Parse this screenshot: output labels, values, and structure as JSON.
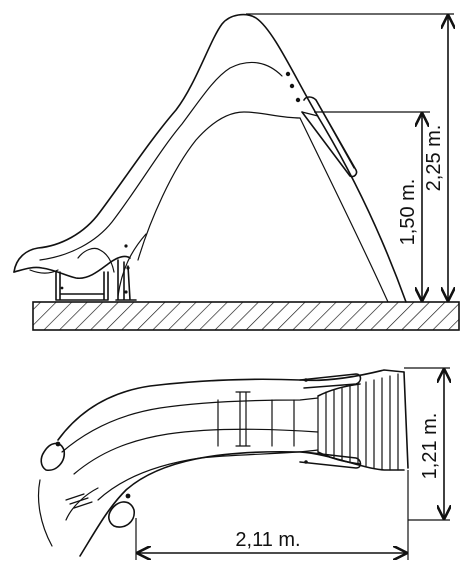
{
  "side_view": {
    "height_total_label": "2,25 m.",
    "height_platform_label": "1,50 m."
  },
  "top_view": {
    "width_label": "1,21 m.",
    "length_label": "2,11 m."
  },
  "colors": {
    "line": "#111111",
    "background": "#ffffff"
  }
}
